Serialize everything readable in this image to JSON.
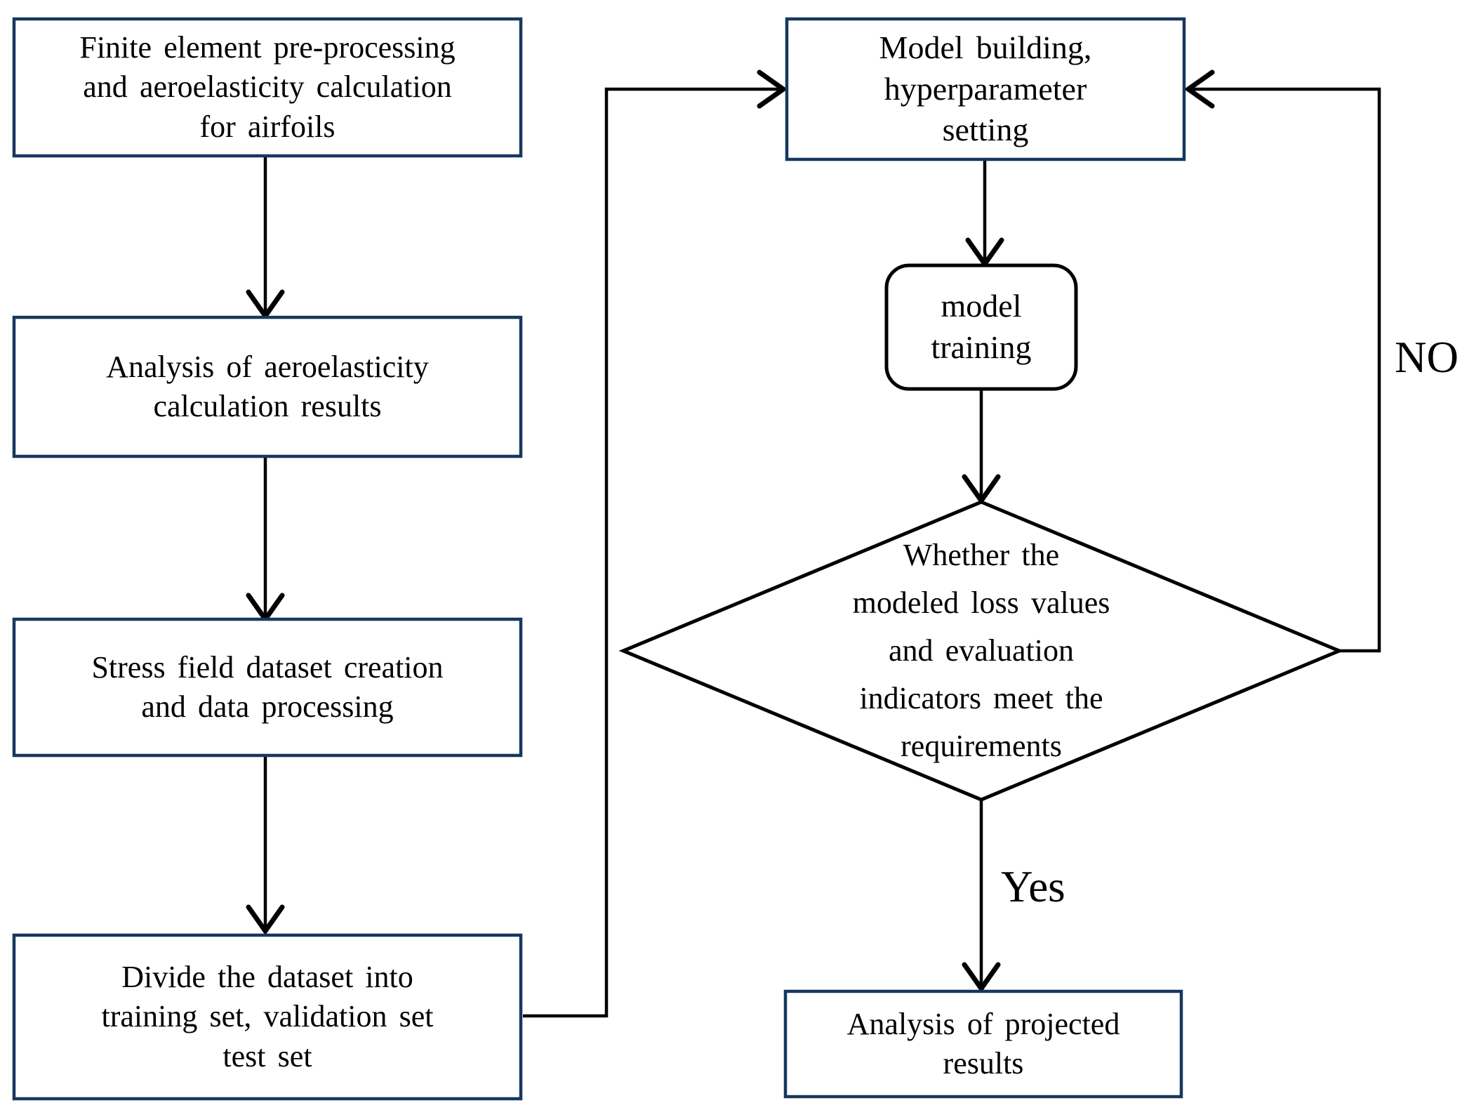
{
  "diagram": {
    "title_hint": "flowchart",
    "colors": {
      "accent_border": "#17375E",
      "line": "#000000",
      "background": "#ffffff"
    },
    "nodes": {
      "finite_element": {
        "shape": "rect",
        "label": "Finite element pre-processing\nand aeroelasticity calculation\nfor airfoils"
      },
      "analysis_aeroelasticity": {
        "shape": "rect",
        "label": "Analysis of aeroelasticity\ncalculation results"
      },
      "stress_field": {
        "shape": "rect",
        "label": "Stress field dataset creation\nand data processing"
      },
      "divide_dataset": {
        "shape": "rect",
        "label": "Divide the dataset into\ntraining set, validation set\ntest set"
      },
      "model_building": {
        "shape": "rect",
        "label": "Model building,\nhyperparameter\nsetting"
      },
      "model_training": {
        "shape": "rounded-rect",
        "label": "model\ntraining"
      },
      "decision": {
        "shape": "diamond",
        "label": "Whether the\nmodeled loss values\nand evaluation\nindicators meet the\nrequirements"
      },
      "analysis_projected": {
        "shape": "rect",
        "label": "Analysis of projected\nresults"
      }
    },
    "edge_labels": {
      "yes": "Yes",
      "no": "NO"
    }
  }
}
